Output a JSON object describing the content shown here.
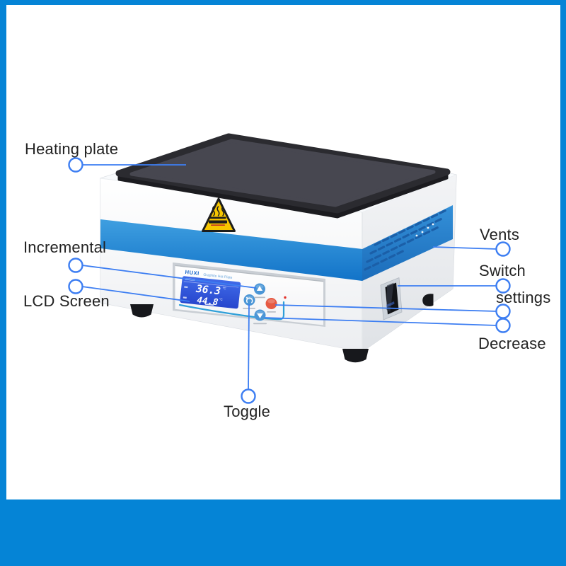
{
  "colors": {
    "accent": "#0584d6",
    "callout": "#3d7ef2",
    "label": "#222222",
    "stripe_blue": "#2389d8",
    "lcd_blue": "#2f55d9",
    "button_blue": "#4b96d6",
    "button_red": "#e65a43",
    "warning_yellow": "#f7c600",
    "plate_gray": "#46464c",
    "body_white": "#ffffff"
  },
  "device": {
    "brand": "HUXI",
    "model": "Graphite Hot Plate",
    "lcd": {
      "top_value": "36.3",
      "top_unit": "°C",
      "bottom_value": "44.8",
      "bottom_unit": "°C"
    }
  },
  "callouts": {
    "heating_plate": "Heating plate",
    "incremental": "Incremental",
    "lcd_screen": "LCD Screen",
    "vents": "Vents",
    "switch": "Switch",
    "settings": "settings",
    "decrease": "Decrease",
    "toggle": "Toggle"
  }
}
